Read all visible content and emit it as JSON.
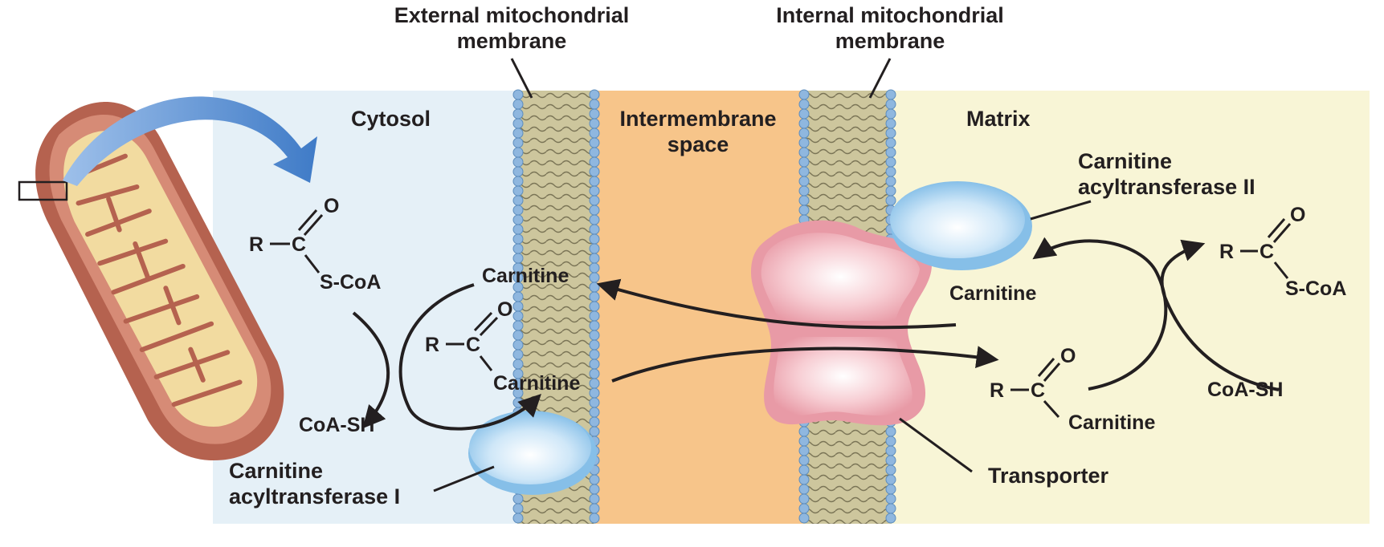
{
  "labels": {
    "external_membrane": [
      "External mitochondrial",
      "membrane"
    ],
    "internal_membrane": [
      "Internal mitochondrial",
      "membrane"
    ],
    "cytosol": "Cytosol",
    "intermembrane_space": [
      "Intermembrane",
      "space"
    ],
    "matrix": "Matrix",
    "cat2": [
      "Carnitine",
      "acyltransferase II"
    ],
    "cat1": [
      "Carnitine",
      "acyltransferase I"
    ],
    "transporter": "Transporter"
  },
  "chemistry": {
    "r": "R",
    "c": "C",
    "o": "O",
    "s_coa": "S-CoA",
    "coa_sh": "CoA-SH",
    "carnitine": "Carnitine"
  },
  "colors": {
    "cytosol": "#e5f0f7",
    "intermembrane": "#f7c58a",
    "matrix": "#f8f5d6",
    "membrane_head": "#8fb7df",
    "membrane_core": "#cbc49a",
    "enzyme": "#a9d3f0",
    "transporter": "#f3b8c0",
    "mito_outer": "#b5624f",
    "mito_inner": "#f2dba0",
    "overview_arrow": "#5b8fd0",
    "ink": "#231f20"
  }
}
